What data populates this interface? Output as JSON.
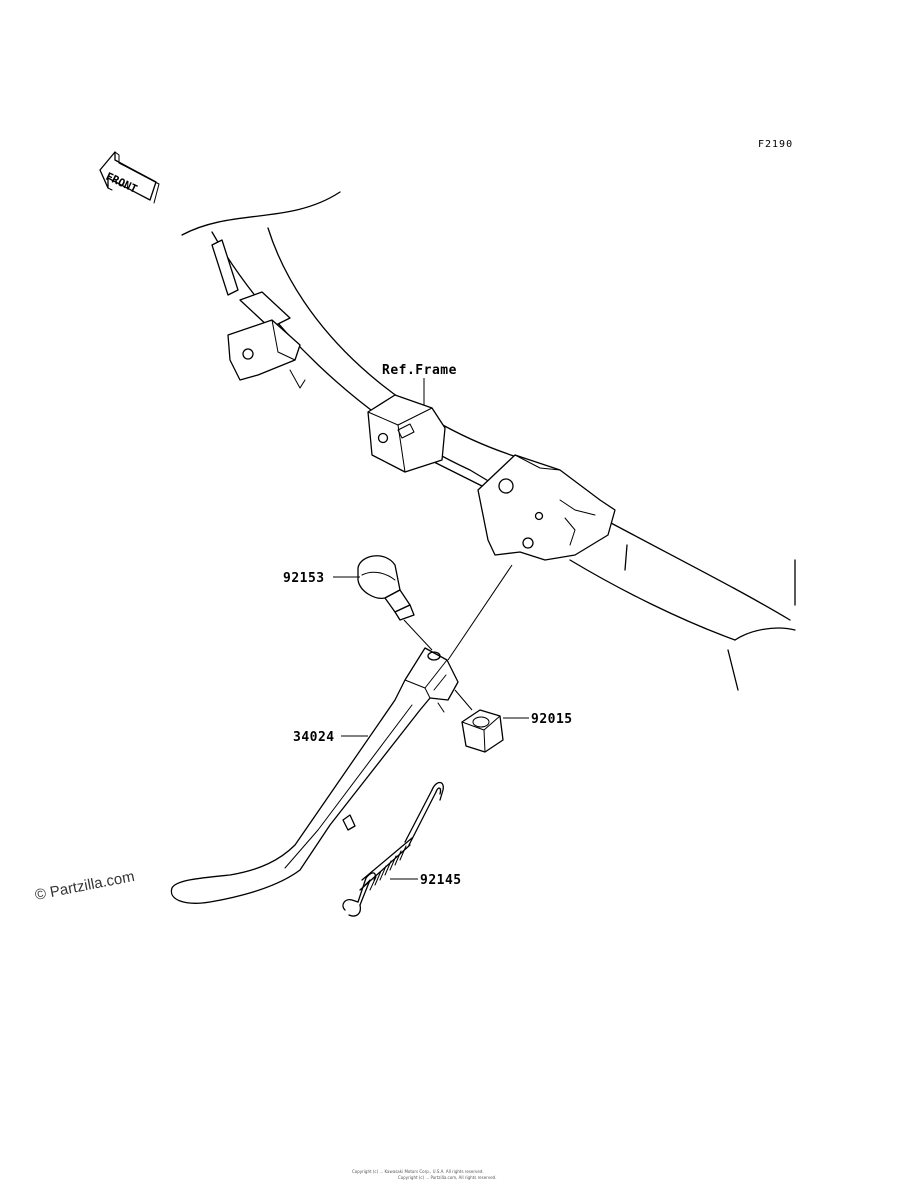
{
  "figure_code": "F2190",
  "front_label": "FRONT",
  "watermark": "© Partzilla.com",
  "labels": {
    "ref_frame": "Ref.Frame",
    "p92153": "92153",
    "p34024": "34024",
    "p92015": "92015",
    "p92145": "92145"
  },
  "footer": {
    "line1": "Copyright (c) ... Kawasaki Motors Corp., U.S.A. All rights reserved.",
    "line2": "Copyright (c) ... Partzilla.com, All rights reserved."
  }
}
